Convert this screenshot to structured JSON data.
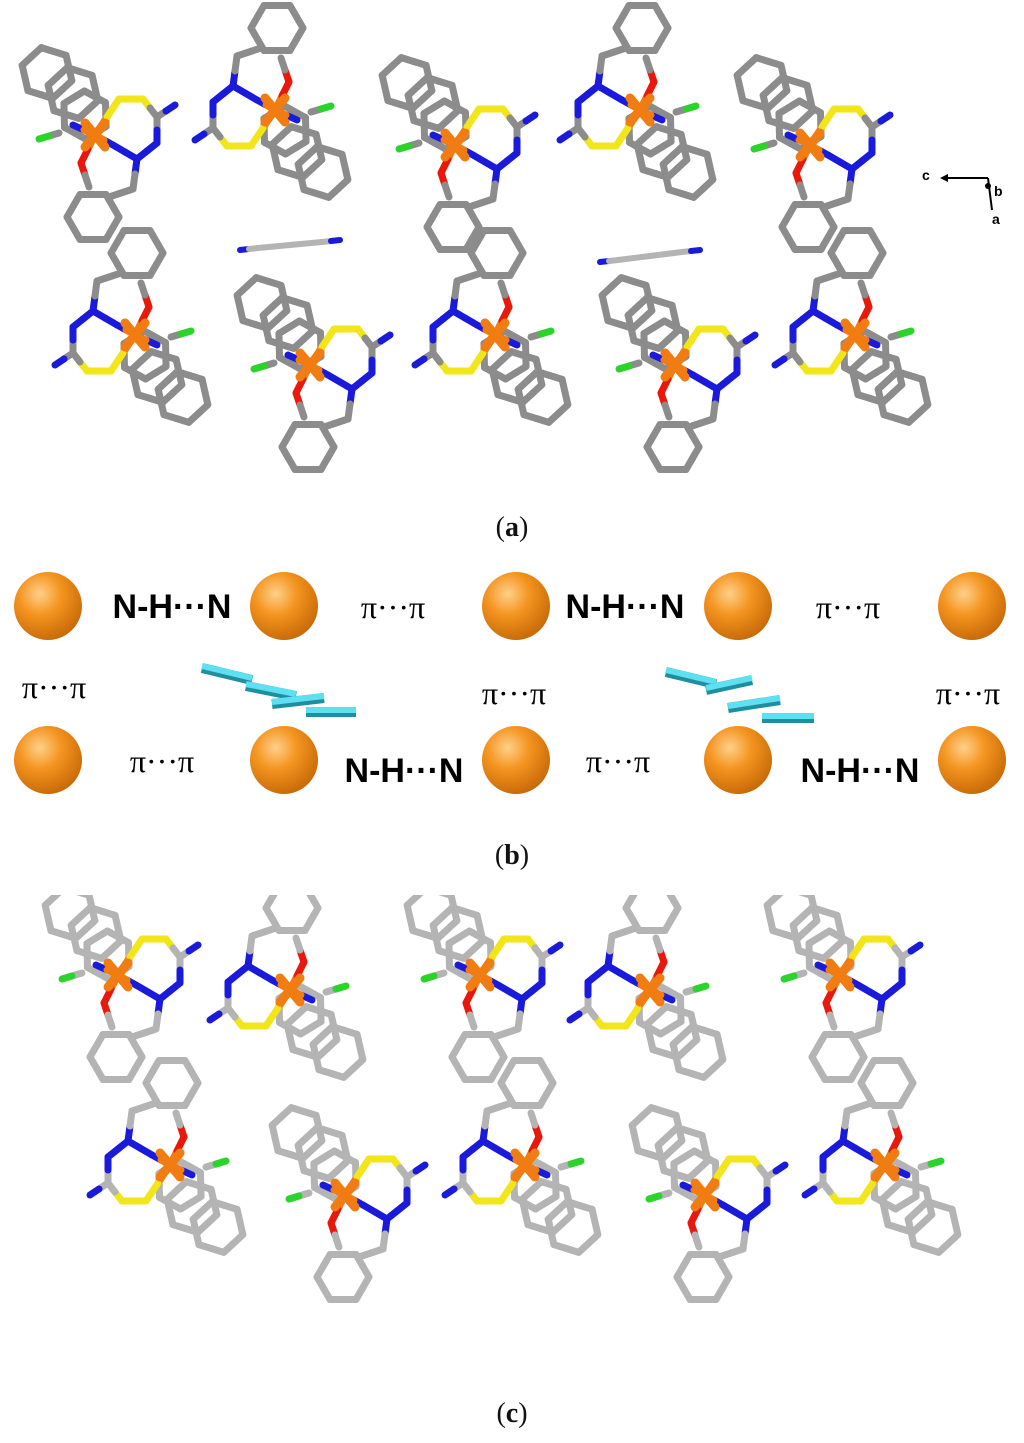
{
  "panels": [
    {
      "letter": "a"
    },
    {
      "letter": "b"
    },
    {
      "letter": "c"
    }
  ],
  "axis_labels": {
    "c": "c",
    "b": "b",
    "a": "a"
  },
  "interactions": {
    "hbond": "N-H···N",
    "stack": "π···π"
  },
  "colors": {
    "carbon": "#8c8c8c",
    "carbon_light": "#b4b4b4",
    "nitrogen": "#1a1adb",
    "sulfur": "#f2e61a",
    "oxygen": "#e8180c",
    "iron": "#f07c12",
    "chlorine": "#2ad42a",
    "sphere": "#f49420",
    "stick": "#3cc8dc"
  }
}
